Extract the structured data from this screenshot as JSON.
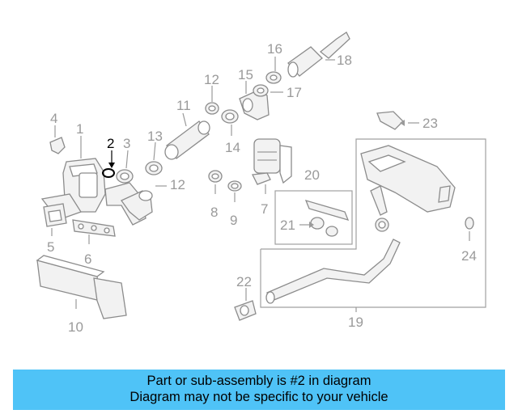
{
  "diagram": {
    "callouts": [
      "1",
      "2",
      "3",
      "4",
      "5",
      "6",
      "7",
      "8",
      "9",
      "10",
      "11",
      "12",
      "13",
      "12",
      "14",
      "15",
      "16",
      "17",
      "18",
      "19",
      "20",
      "21",
      "22",
      "23",
      "24"
    ],
    "highlighted": "2"
  },
  "banner": {
    "line1": "Part or sub-assembly is #2 in diagram",
    "line2": "Diagram may not be specific to your vehicle",
    "background": "#4fc3f7"
  }
}
